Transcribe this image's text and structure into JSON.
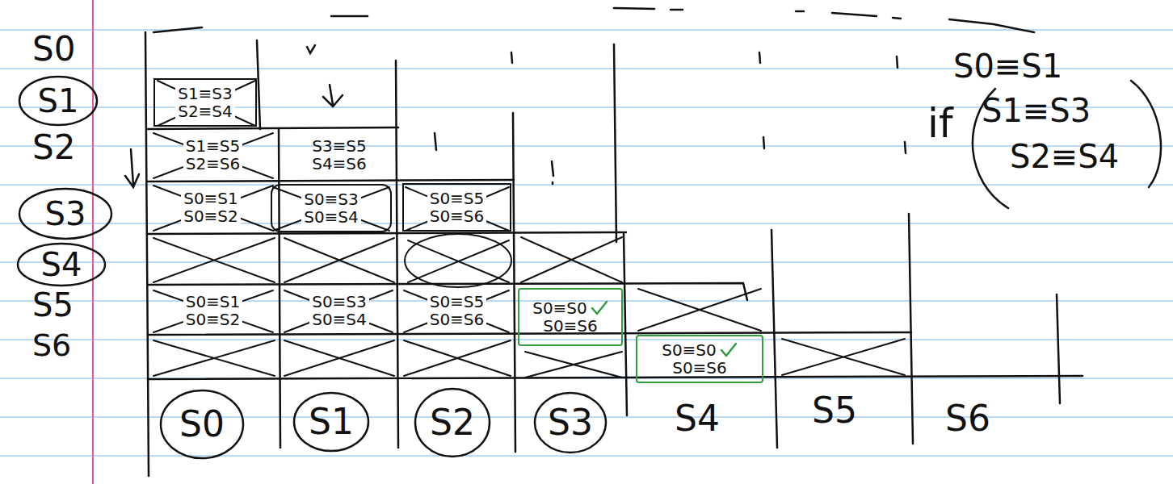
{
  "diagram": {
    "nodes": [
      {
        "text": [
          "S1"
        ]
      },
      {
        "text": [
          "S3"
        ]
      },
      {
        "text": [
          "S4"
        ]
      },
      {
        "text": [
          "S1≡S3",
          "S2≡S4"
        ]
      },
      {
        "text": [
          "S1≡S5",
          "S2≡S6"
        ]
      },
      {
        "text": [
          "S3≡S5",
          "S4≡S6"
        ]
      },
      {
        "text": [
          "S0≡S1",
          "S0≡S2"
        ]
      },
      {
        "text": [
          "S0≡S3",
          "S0≡S4"
        ]
      },
      {
        "text": [
          "S0≡S5",
          "S0≡S6"
        ]
      },
      {
        "text": [
          "S0≡S1",
          "S0≡S2"
        ]
      },
      {
        "text": [
          "S0≡S3",
          "S0≡S4"
        ]
      },
      {
        "text": [
          "S0≡S5",
          "S0≡S6"
        ]
      },
      {
        "text": [
          "S0≡S0",
          "S0≡S6"
        ]
      },
      {
        "text": [
          "S0≡S0",
          "S0≡S6"
        ]
      },
      {
        "text": [
          "S0"
        ]
      },
      {
        "text": [
          "S1"
        ]
      },
      {
        "text": [
          "S2"
        ]
      },
      {
        "text": [
          "S3"
        ]
      }
    ],
    "labels": [
      "S0",
      "S2",
      "S5",
      "S6",
      "S0≡S1",
      "if",
      "S1≡S3",
      "S2≡S4",
      "S4",
      "S5",
      "S6"
    ]
  }
}
